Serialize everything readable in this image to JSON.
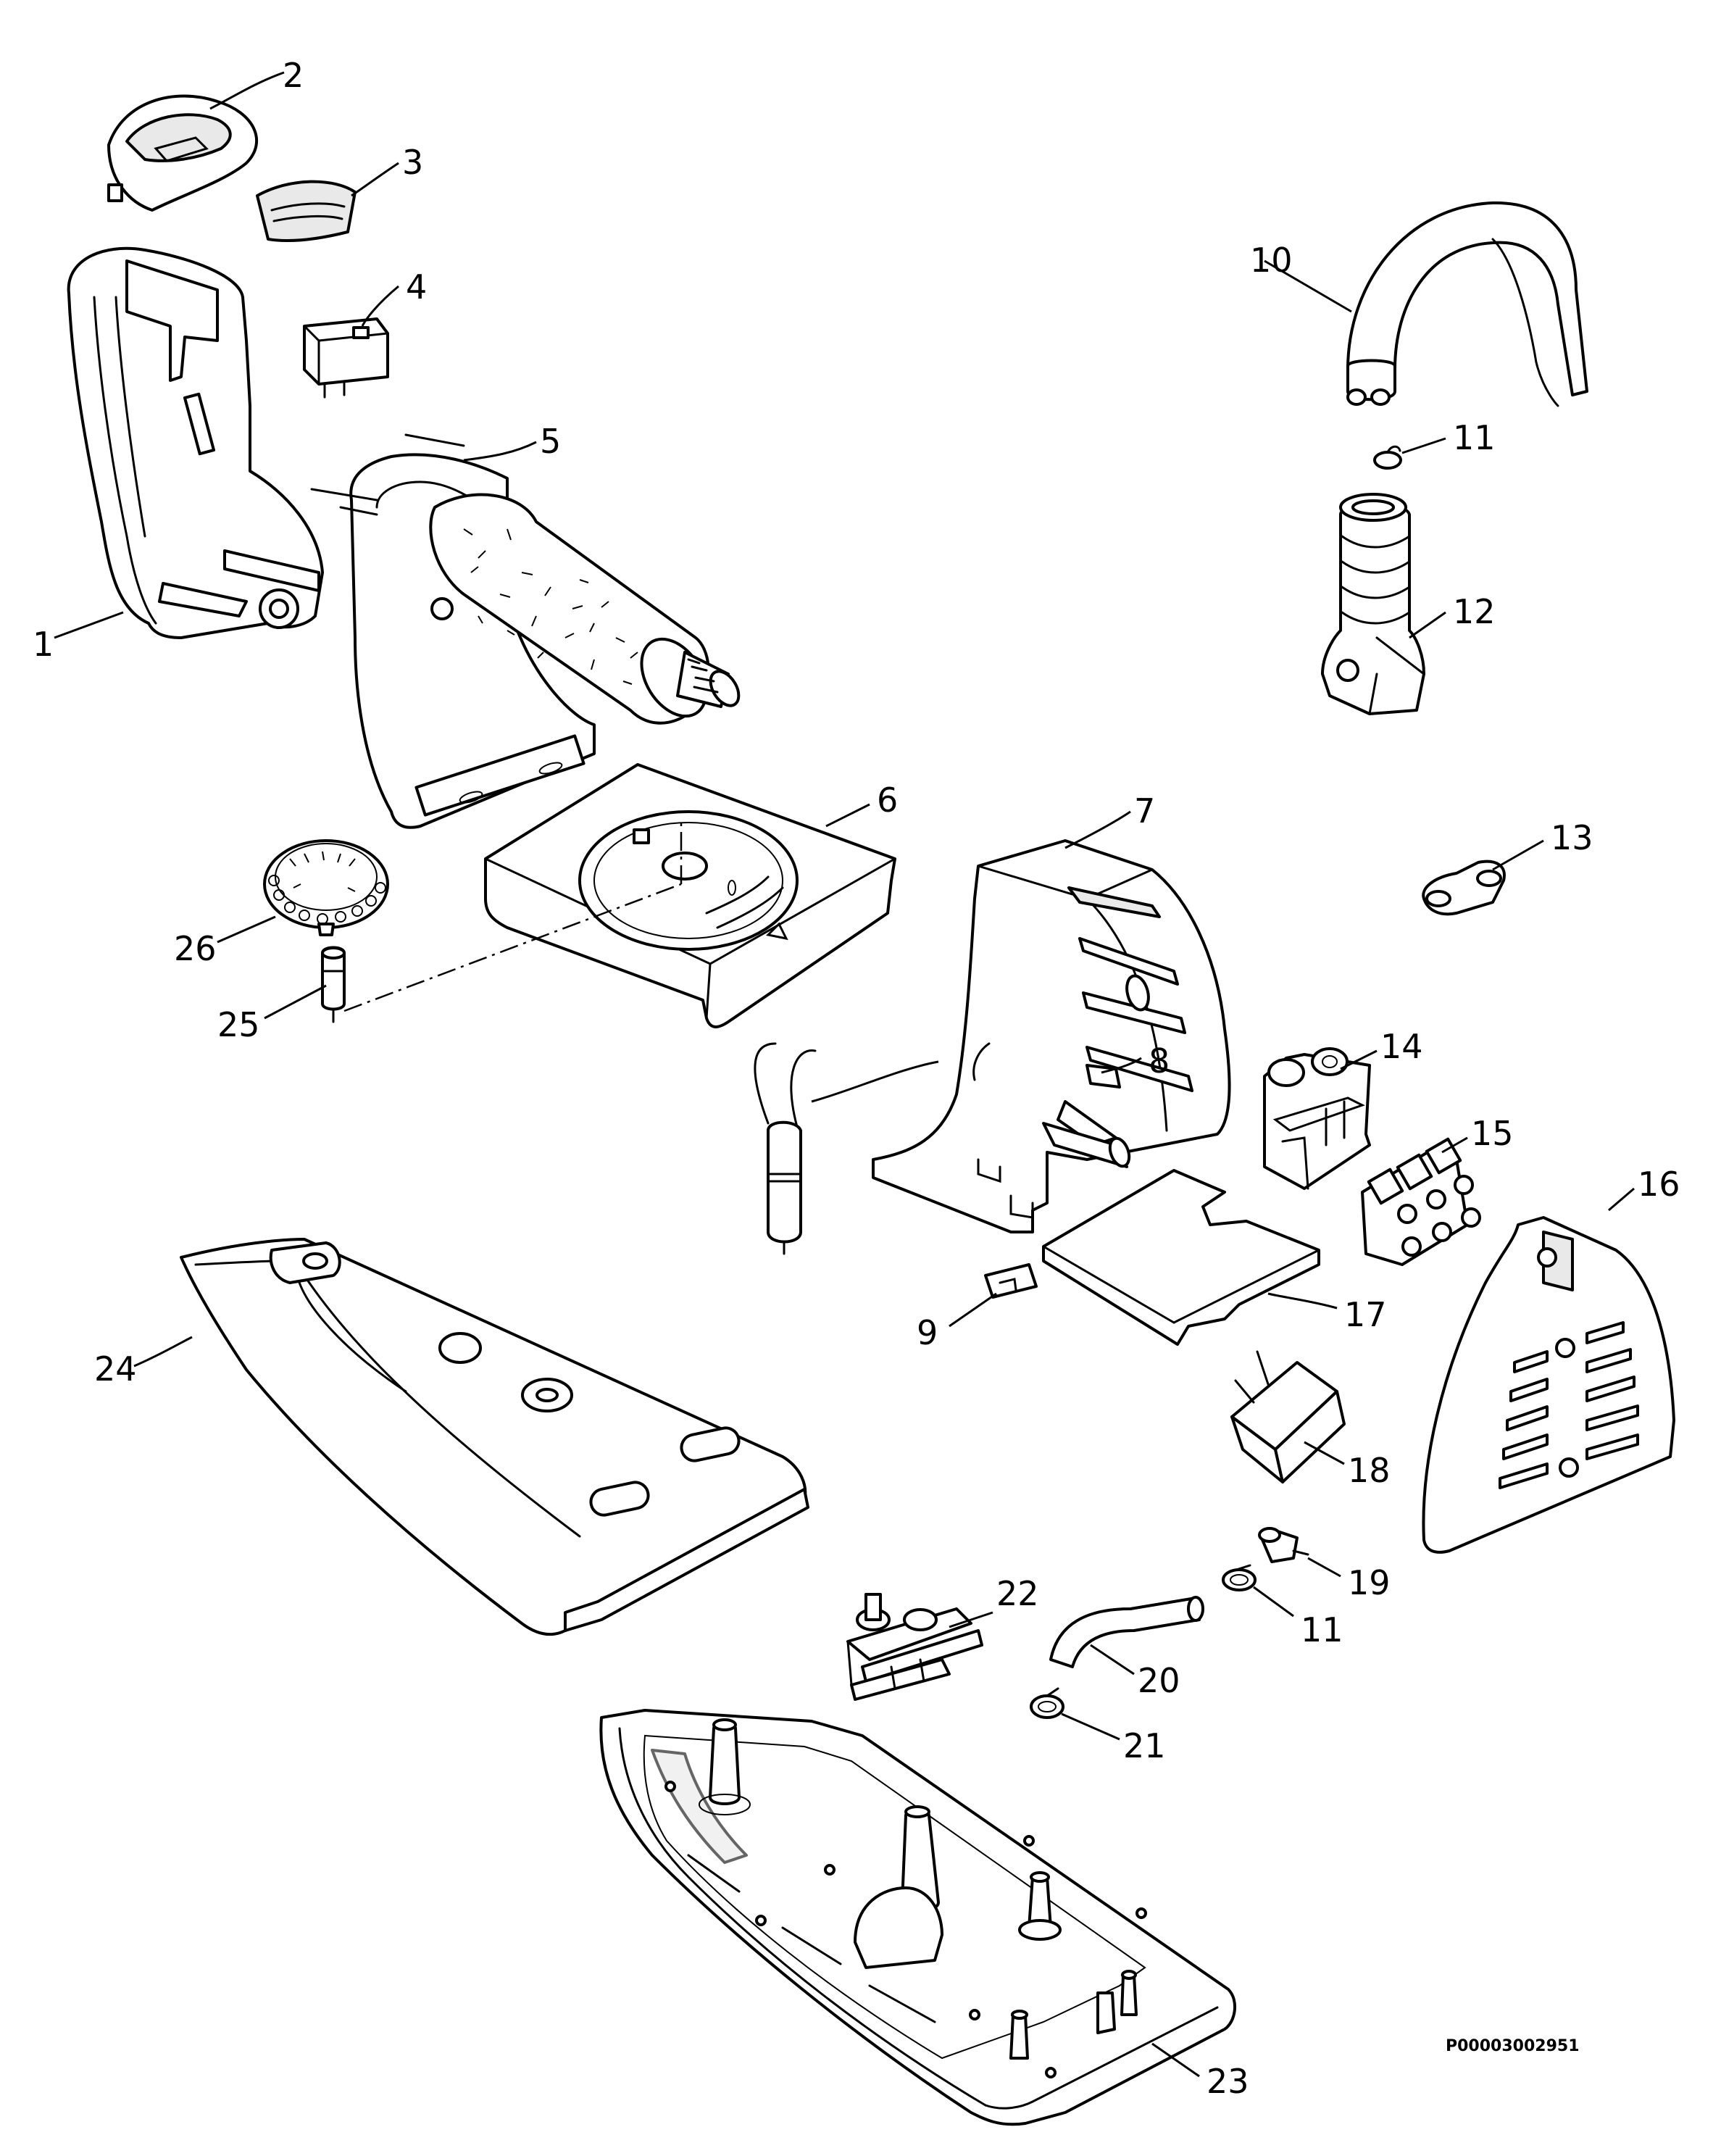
{
  "diagram": {
    "drawing_code": "P00003002951",
    "callouts": [
      {
        "id": "c1",
        "label": "1"
      },
      {
        "id": "c2",
        "label": "2"
      },
      {
        "id": "c3",
        "label": "3"
      },
      {
        "id": "c4",
        "label": "4"
      },
      {
        "id": "c5",
        "label": "5"
      },
      {
        "id": "c6",
        "label": "6"
      },
      {
        "id": "c7",
        "label": "7"
      },
      {
        "id": "c8",
        "label": "8"
      },
      {
        "id": "c9",
        "label": "9"
      },
      {
        "id": "c10",
        "label": "10"
      },
      {
        "id": "c11a",
        "label": "11"
      },
      {
        "id": "c11b",
        "label": "11"
      },
      {
        "id": "c12",
        "label": "12"
      },
      {
        "id": "c13",
        "label": "13"
      },
      {
        "id": "c14",
        "label": "14"
      },
      {
        "id": "c15",
        "label": "15"
      },
      {
        "id": "c16",
        "label": "16"
      },
      {
        "id": "c17",
        "label": "17"
      },
      {
        "id": "c18",
        "label": "18"
      },
      {
        "id": "c19",
        "label": "19"
      },
      {
        "id": "c20",
        "label": "20"
      },
      {
        "id": "c21",
        "label": "21"
      },
      {
        "id": "c22",
        "label": "22"
      },
      {
        "id": "c23",
        "label": "23"
      },
      {
        "id": "c24",
        "label": "24"
      },
      {
        "id": "c25",
        "label": "25"
      },
      {
        "id": "c26",
        "label": "26"
      }
    ]
  }
}
